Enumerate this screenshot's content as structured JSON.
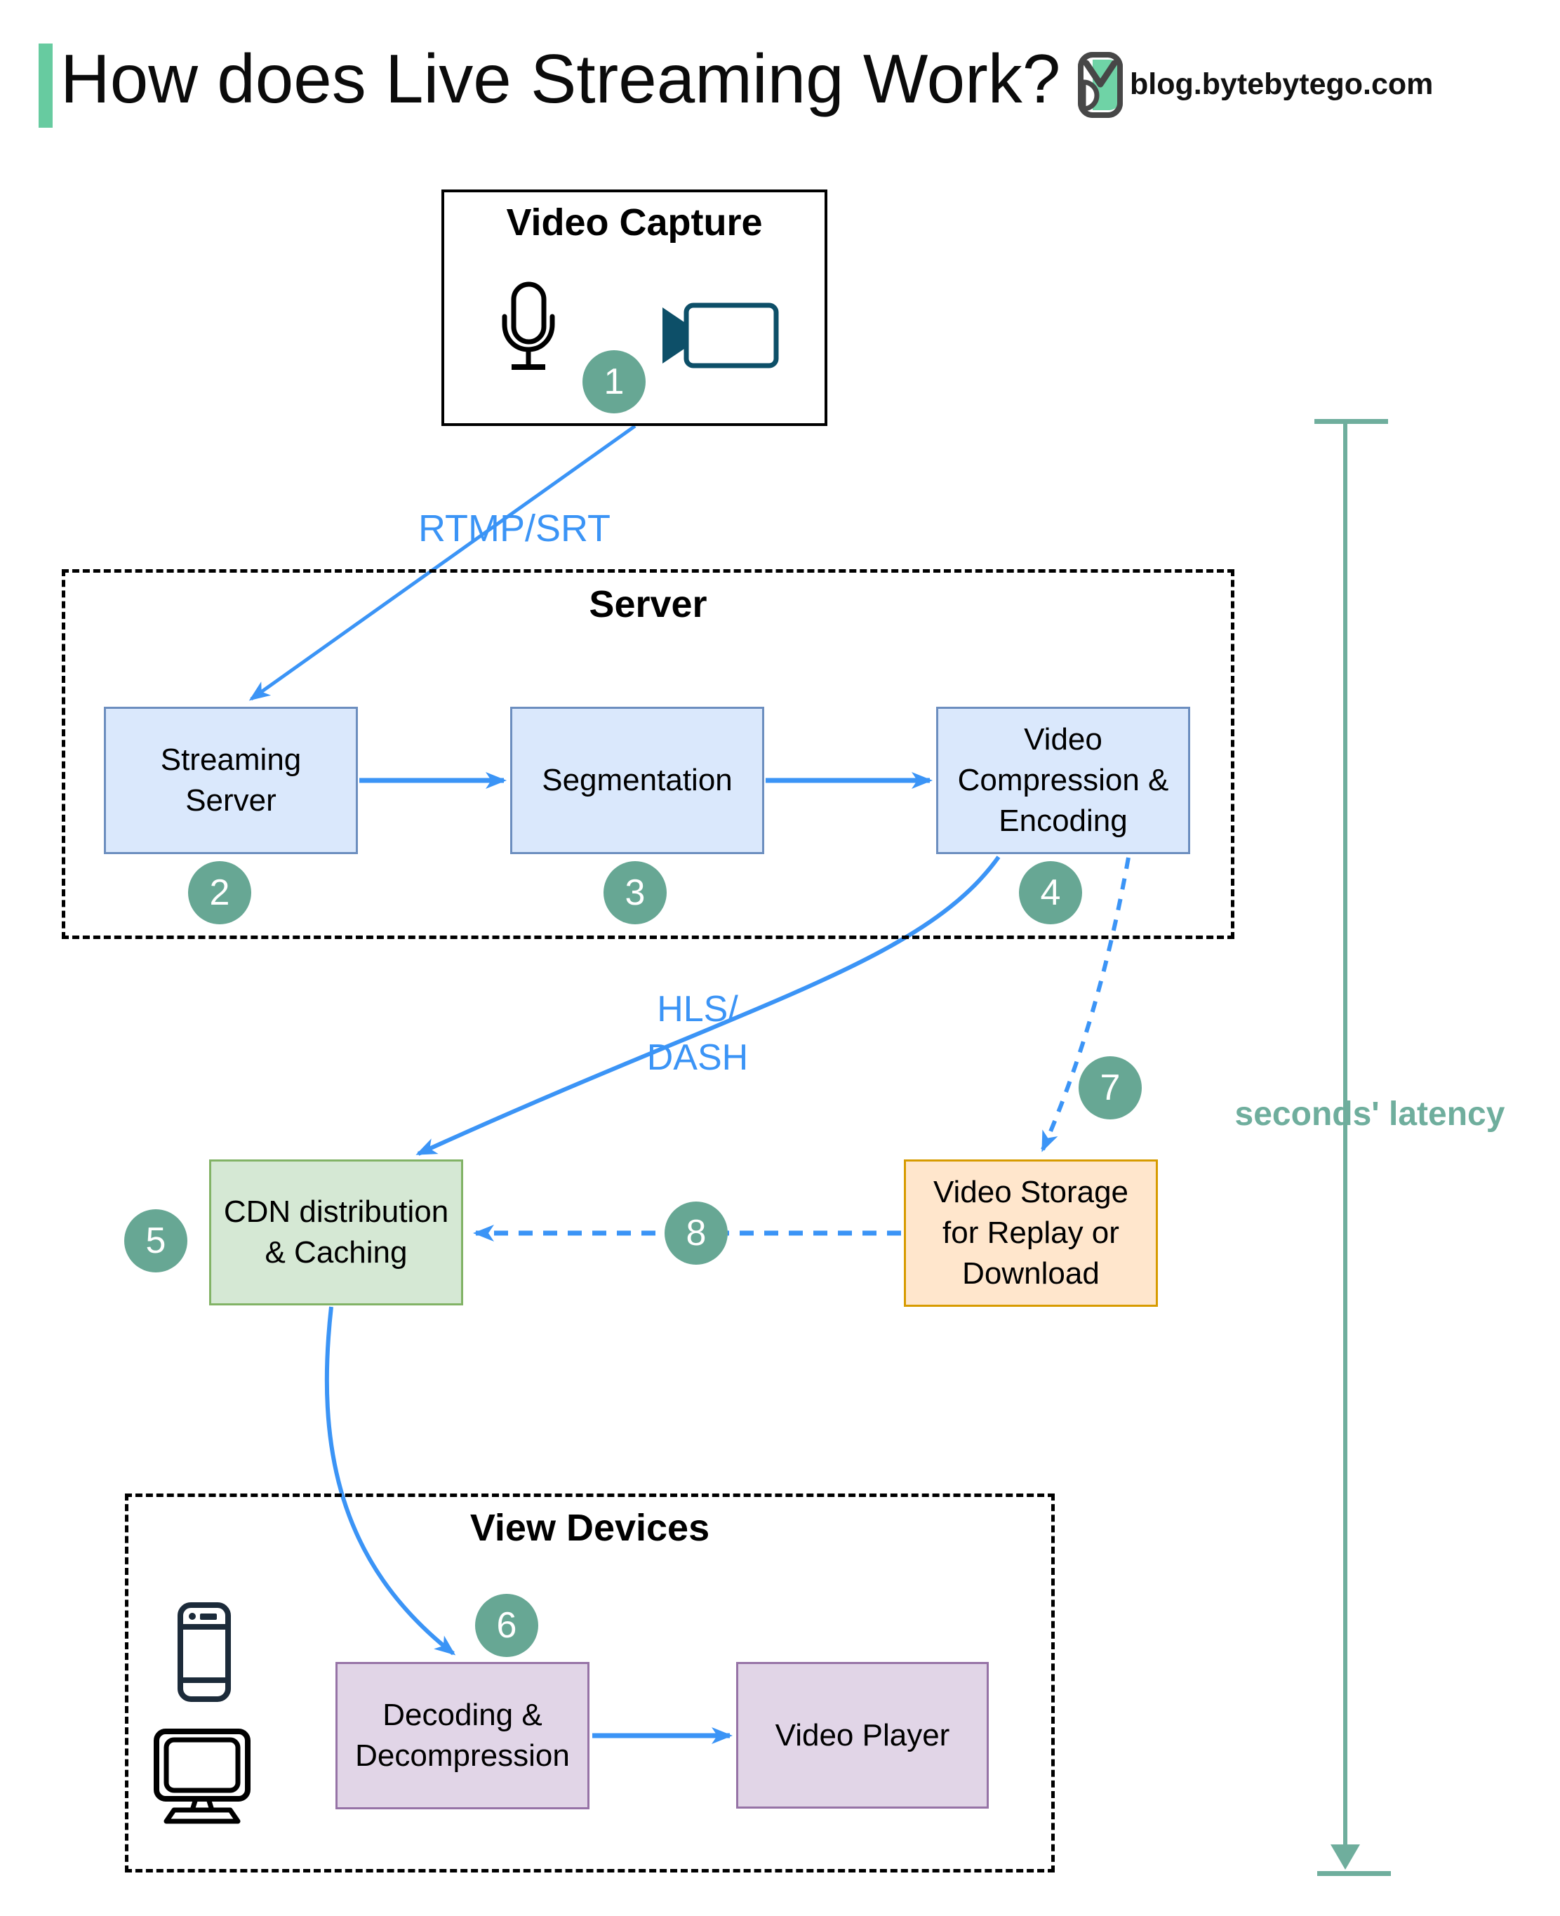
{
  "header": {
    "title": "How does Live Streaming Work?",
    "site": "blog.bytebytego.com"
  },
  "groups": {
    "server": {
      "label": "Server"
    },
    "view_devices": {
      "label": "View Devices"
    }
  },
  "nodes": {
    "video_capture": {
      "label": "Video Capture"
    },
    "streaming_server": {
      "lines": [
        "Streaming",
        "Server"
      ]
    },
    "segmentation": {
      "lines": [
        "Segmentation"
      ]
    },
    "video_compression": {
      "lines": [
        "Video",
        "Compression &",
        "Encoding"
      ]
    },
    "cdn": {
      "lines": [
        "CDN distribution",
        "& Caching"
      ]
    },
    "video_storage": {
      "lines": [
        "Video Storage",
        "for Replay or",
        "Download"
      ]
    },
    "decoding": {
      "lines": [
        "Decoding &",
        "Decompression"
      ]
    },
    "video_player": {
      "lines": [
        "Video Player"
      ]
    }
  },
  "edges": {
    "rtmp": "RTMP/SRT",
    "hls": [
      "HLS/",
      "DASH"
    ]
  },
  "latency": {
    "label": "seconds' latency"
  },
  "steps": [
    "1",
    "2",
    "3",
    "4",
    "5",
    "6",
    "7",
    "8"
  ],
  "icons": [
    "bytebytego-logo",
    "microphone-icon",
    "video-camera-icon",
    "smartphone-icon",
    "monitor-icon"
  ],
  "colors": {
    "accent_green": "#67CBA0",
    "arrow_blue": "#3B94F6",
    "step_teal": "#67A794",
    "latency_teal": "#6FAE9D",
    "box_blue_fill": "#DAE8FC",
    "box_blue_stroke": "#6C8EBF",
    "box_green_fill": "#D5E8D4",
    "box_green_stroke": "#82B366",
    "box_orange_fill": "#FFE6CC",
    "box_orange_stroke": "#D79B00",
    "box_purple_fill": "#E1D5E7",
    "box_purple_stroke": "#9673A6",
    "camera_teal": "#0D4F68",
    "device_navy": "#1C2B3A"
  }
}
